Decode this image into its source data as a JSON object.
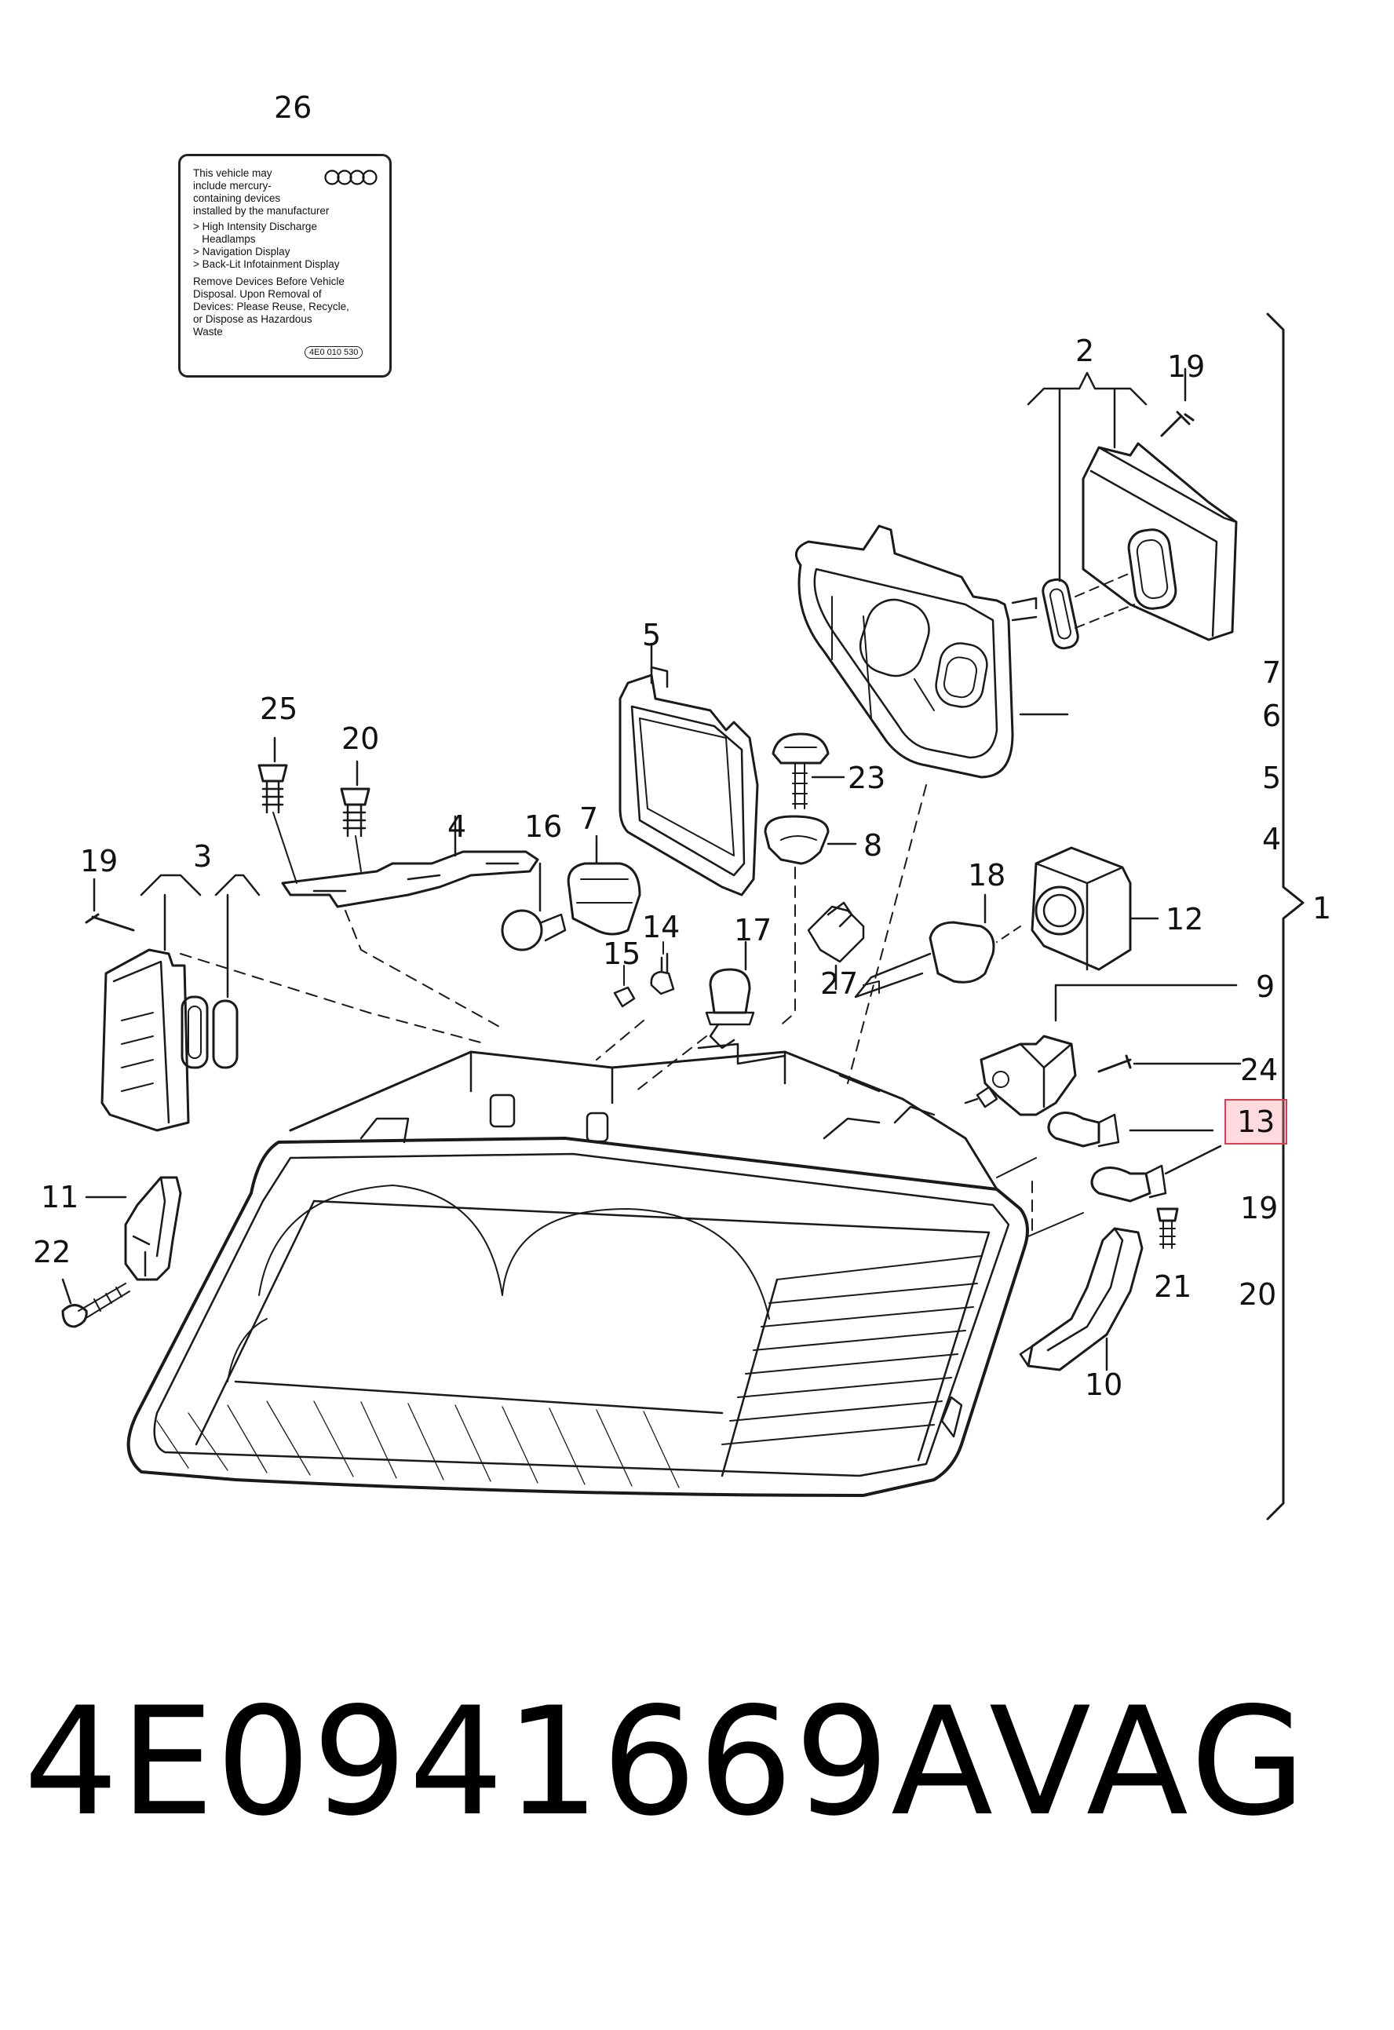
{
  "label_sticker": {
    "callout": "26",
    "lines": [
      "This vehicle may",
      "include mercury-",
      "containing devices",
      "installed by the manufacturer",
      "> High Intensity Discharge",
      "   Headlamps",
      "> Navigation Display",
      "> Back-Lit Infotainment Display",
      "Remove Devices Before Vehicle",
      "Disposal. Upon Removal of",
      "Devices: Please Reuse, Recycle,",
      "or Dispose as Hazardous",
      "Waste"
    ],
    "code": "4E0 010 530"
  },
  "callouts": {
    "c2": "2",
    "c19_top": "19",
    "c7_right": "7",
    "c6_right": "6",
    "c5_right": "5",
    "c4_right": "4",
    "c1": "1",
    "c5": "5",
    "c25": "25",
    "c20": "20",
    "c4": "4",
    "c16": "16",
    "c7": "7",
    "c23": "23",
    "c8": "8",
    "c19_left": "19",
    "c3": "3",
    "c15": "15",
    "c14": "14",
    "c17": "17",
    "c27": "27",
    "c18": "18",
    "c12": "12",
    "c9": "9",
    "c24": "24",
    "c13": "13",
    "c19_right": "19",
    "c21": "21",
    "c20_right": "20",
    "c11": "11",
    "c22": "22",
    "c10": "10"
  },
  "highlighted_callout": "13",
  "footer": {
    "part_number": "4E0941669A",
    "brand": "VAG"
  }
}
